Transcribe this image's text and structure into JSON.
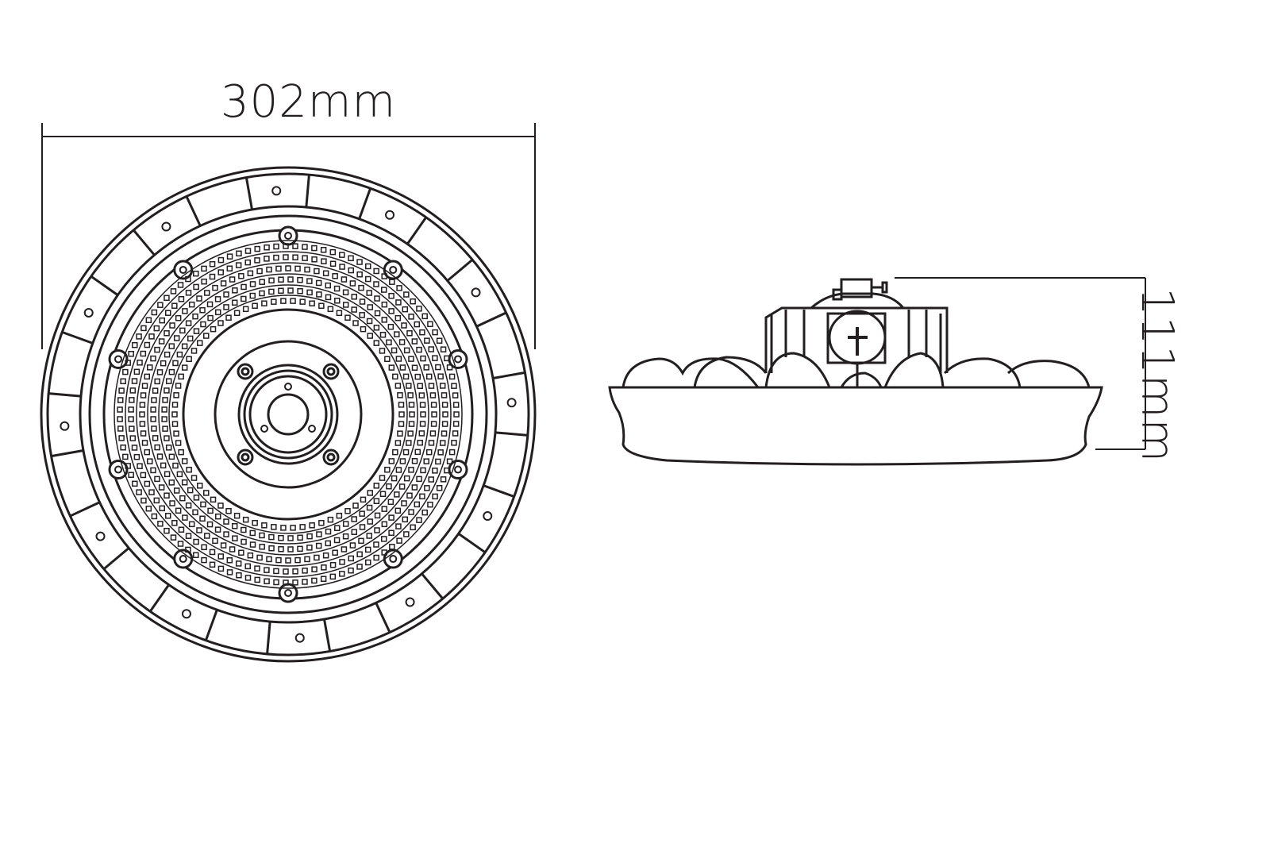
{
  "dimensions": {
    "width_label": "302mm",
    "height_label": "111mm"
  },
  "colors": {
    "line": "#231f20",
    "background": "#ffffff"
  },
  "views": [
    "top-view",
    "side-view"
  ]
}
